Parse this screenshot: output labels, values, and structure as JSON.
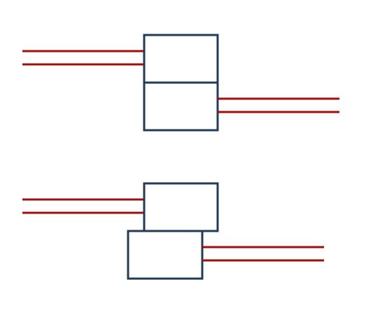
{
  "colors": {
    "box_stroke": "#243b55",
    "wire_stroke": "#a30d0d",
    "background": "#ffffff"
  },
  "diagram": {
    "groups": [
      {
        "name": "stacked-aligned",
        "boxes": [
          "upper",
          "lower"
        ],
        "input_wires": 2,
        "output_wires": 2
      },
      {
        "name": "stacked-offset",
        "boxes": [
          "upper",
          "lower"
        ],
        "input_wires": 2,
        "output_wires": 2
      }
    ]
  }
}
